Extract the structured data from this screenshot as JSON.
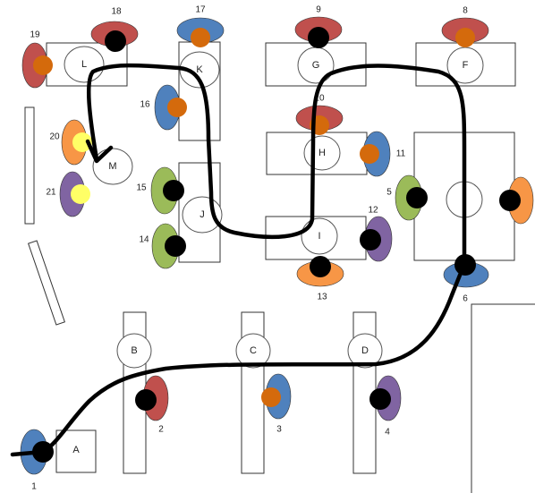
{
  "colors": {
    "red": "#c0504d",
    "blue": "#4f81bd",
    "green": "#9bbb59",
    "purple": "#8064a2",
    "orange": "#f79646",
    "dark_orange": "#d46a0c",
    "yellow": "#ffff66",
    "black": "#000000",
    "path": "#000000"
  },
  "tables": [
    "L",
    "K",
    "G",
    "F",
    "H",
    "M",
    "J",
    "I",
    "B",
    "C",
    "D",
    "A"
  ],
  "people": [
    {
      "id": "1",
      "color": "blue",
      "dot": "black"
    },
    {
      "id": "2",
      "color": "red",
      "dot": "black"
    },
    {
      "id": "3",
      "color": "blue",
      "dot": "dark_orange"
    },
    {
      "id": "4",
      "color": "purple",
      "dot": "black"
    },
    {
      "id": "5",
      "color": "green",
      "dot": "black"
    },
    {
      "id": "6",
      "color": "blue",
      "dot": "black"
    },
    {
      "id": "",
      "color": "orange",
      "dot": "black"
    },
    {
      "id": "8",
      "color": "red",
      "dot": "dark_orange"
    },
    {
      "id": "9",
      "color": "red",
      "dot": "black"
    },
    {
      "id": "10",
      "color": "red",
      "dot": "dark_orange"
    },
    {
      "id": "11",
      "color": "blue",
      "dot": "dark_orange"
    },
    {
      "id": "12",
      "color": "purple",
      "dot": "black"
    },
    {
      "id": "13",
      "color": "orange",
      "dot": "black"
    },
    {
      "id": "14",
      "color": "green",
      "dot": "black"
    },
    {
      "id": "15",
      "color": "green",
      "dot": "black"
    },
    {
      "id": "16",
      "color": "blue",
      "dot": "dark_orange"
    },
    {
      "id": "17",
      "color": "blue",
      "dot": "dark_orange"
    },
    {
      "id": "18",
      "color": "red",
      "dot": "black"
    },
    {
      "id": "19",
      "color": "red",
      "dot": "dark_orange"
    },
    {
      "id": "20",
      "color": "orange",
      "dot": "yellow"
    },
    {
      "id": "21",
      "color": "purple",
      "dot": "yellow"
    }
  ]
}
